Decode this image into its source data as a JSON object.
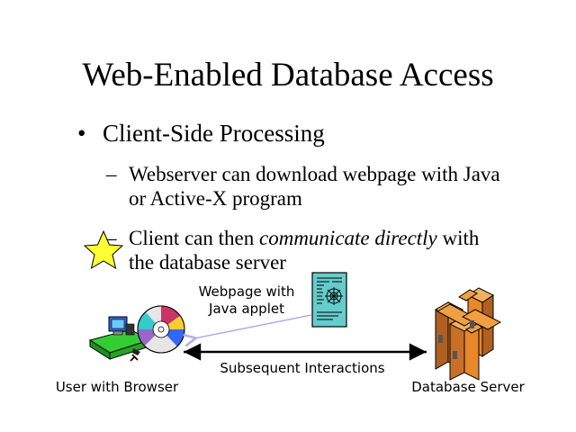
{
  "slide": {
    "title": "Web-Enabled Database Access",
    "bullet": "Client-Side Processing",
    "sub_bullets": [
      {
        "line1": "Webserver can download webpage with Java",
        "line2": "or Active-X program"
      },
      {
        "line1_pre": "Client can then ",
        "line1_emph": "communicate directly",
        "line1_post": " with",
        "line2": "the database server"
      }
    ]
  },
  "diagram": {
    "applet_label_line1": "Webpage with",
    "applet_label_line2": "Java applet",
    "interaction_label": "Subsequent Interactions",
    "client_label": "User with Browser",
    "server_label": "Database Server"
  },
  "colors": {
    "star_fill": "#ffff33",
    "applet_fill": "#66cccc",
    "server_fill": "#e8882a",
    "workstation_fill": "#33cc33",
    "arrow_light": "#b0b0e8",
    "arrow_dark": "#000000"
  },
  "icons": [
    "star-icon",
    "workstation-icon",
    "cd-disc-icon",
    "applet-document-icon",
    "database-server-icon"
  ]
}
